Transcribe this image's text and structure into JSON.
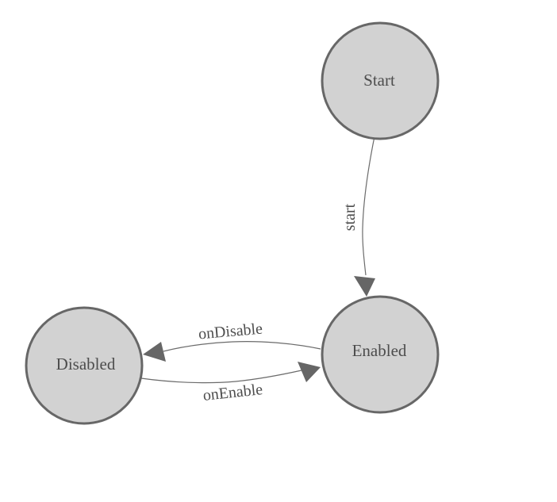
{
  "diagram": {
    "type": "state-machine",
    "nodes": [
      {
        "id": "start",
        "label": "Start"
      },
      {
        "id": "enabled",
        "label": "Enabled"
      },
      {
        "id": "disabled",
        "label": "Disabled"
      }
    ],
    "edges": [
      {
        "from": "Start",
        "to": "Enabled",
        "label": "start"
      },
      {
        "from": "Enabled",
        "to": "Disabled",
        "label": "onDisable"
      },
      {
        "from": "Disabled",
        "to": "Enabled",
        "label": "onEnable"
      }
    ]
  },
  "colors": {
    "background": "#ffffff",
    "node_fill": "#d2d2d2",
    "node_stroke": "#676767",
    "edge_stroke": "#6b6b6b",
    "arrow_fill": "#666666",
    "text": "#4d4d4d"
  }
}
